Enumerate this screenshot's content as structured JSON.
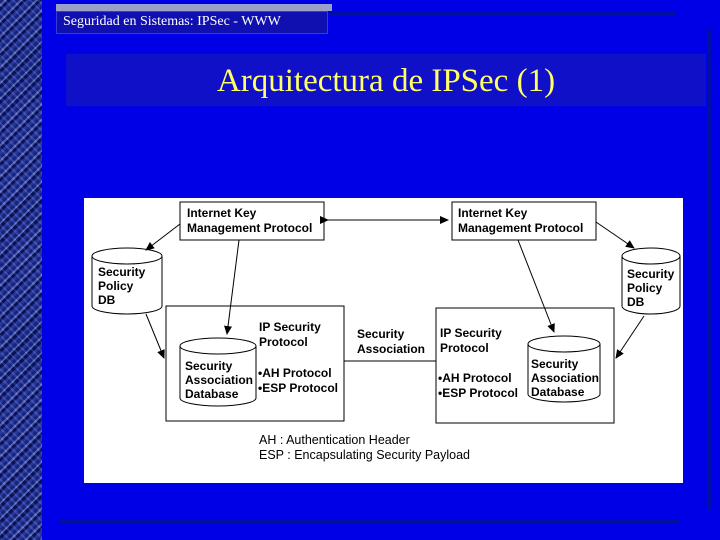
{
  "header": {
    "text": "Seguridad en Sistemas: IPSec - WWW"
  },
  "title": "Arquitectura de IPSec (1)",
  "diagram": {
    "ikmp_left": [
      "Internet Key",
      "Management Protocol"
    ],
    "ikmp_right": [
      "Internet Key",
      "Management Protocol"
    ],
    "spd_left": [
      "Security",
      "Policy",
      "DB"
    ],
    "spd_right": [
      "Security",
      "Policy",
      "DB"
    ],
    "ipsec_left": [
      "IP Security",
      "Protocol"
    ],
    "ipsec_right": [
      "IP Security",
      "Protocol"
    ],
    "protocols_left": [
      "•AH Protocol",
      "•ESP Protocol"
    ],
    "protocols_right": [
      "•AH Protocol",
      "•ESP Protocol"
    ],
    "sad_left": [
      "Security",
      "Association",
      "Database"
    ],
    "sad_right": [
      "Security",
      "Association",
      "Database"
    ],
    "sa_label": [
      "Security",
      "Association"
    ],
    "legend": [
      "AH : Authentication Header",
      "ESP : Encapsulating Security Payload"
    ]
  },
  "colors": {
    "background": "#0000e6",
    "title": "#ffff66",
    "header_text": "#ffffff"
  }
}
